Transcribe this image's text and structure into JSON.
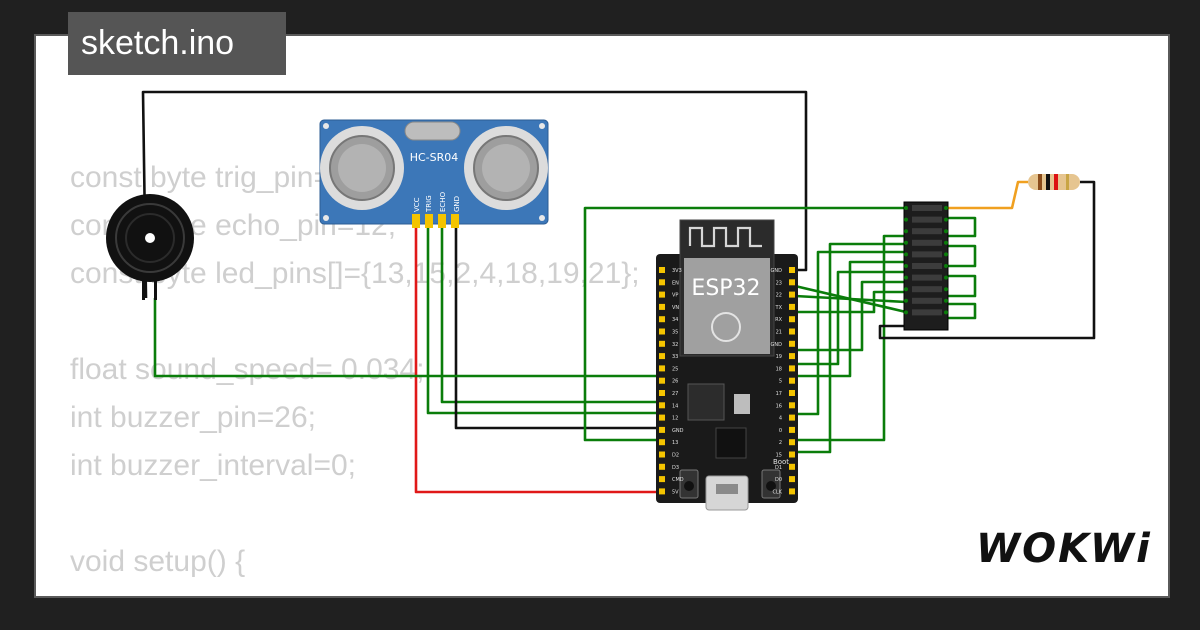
{
  "window": {
    "title": "sketch.ino"
  },
  "code_lines": [
    "const byte trig_pin=14;",
    "const byte echo_pin=12;",
    "const byte led_pins[]={13,15,2,4,18,19,21};",
    "",
    "float sound_speed= 0.034;",
    "int buzzer_pin=26;",
    "int buzzer_interval=0;",
    "",
    "void setup() {",
    "  "
  ],
  "components": {
    "ultrasonic": {
      "label": "HC-SR04",
      "pins": [
        "VCC",
        "TRIG",
        "ECHO",
        "GND"
      ]
    },
    "mcu": {
      "label": "ESP32",
      "button_label": "Boot",
      "left_pins": [
        "3V3",
        "EN",
        "VP",
        "VN",
        "34",
        "35",
        "32",
        "33",
        "25",
        "26",
        "27",
        "14",
        "12",
        "GND",
        "13",
        "D2",
        "D3",
        "CMD",
        "5V"
      ],
      "right_pins": [
        "GND",
        "23",
        "22",
        "TX",
        "RX",
        "21",
        "GND",
        "19",
        "18",
        "5",
        "17",
        "16",
        "4",
        "0",
        "2",
        "15",
        "D1",
        "D0",
        "CLK"
      ]
    },
    "buzzer": {},
    "led_bar": {
      "segments": 10
    },
    "resistor": {}
  },
  "brand": {
    "name": "WOKWi"
  },
  "colors": {
    "background": "#202020",
    "card": "#ffffff",
    "code_text": "#cfcfcf",
    "wire_green": "#0a7d0a",
    "wire_red": "#e01818",
    "wire_black": "#111111",
    "wire_orange": "#f0a020",
    "sensor_blue": "#3c77b8",
    "board_black": "#1a1a1a",
    "pin_yellow": "#f4c400"
  }
}
